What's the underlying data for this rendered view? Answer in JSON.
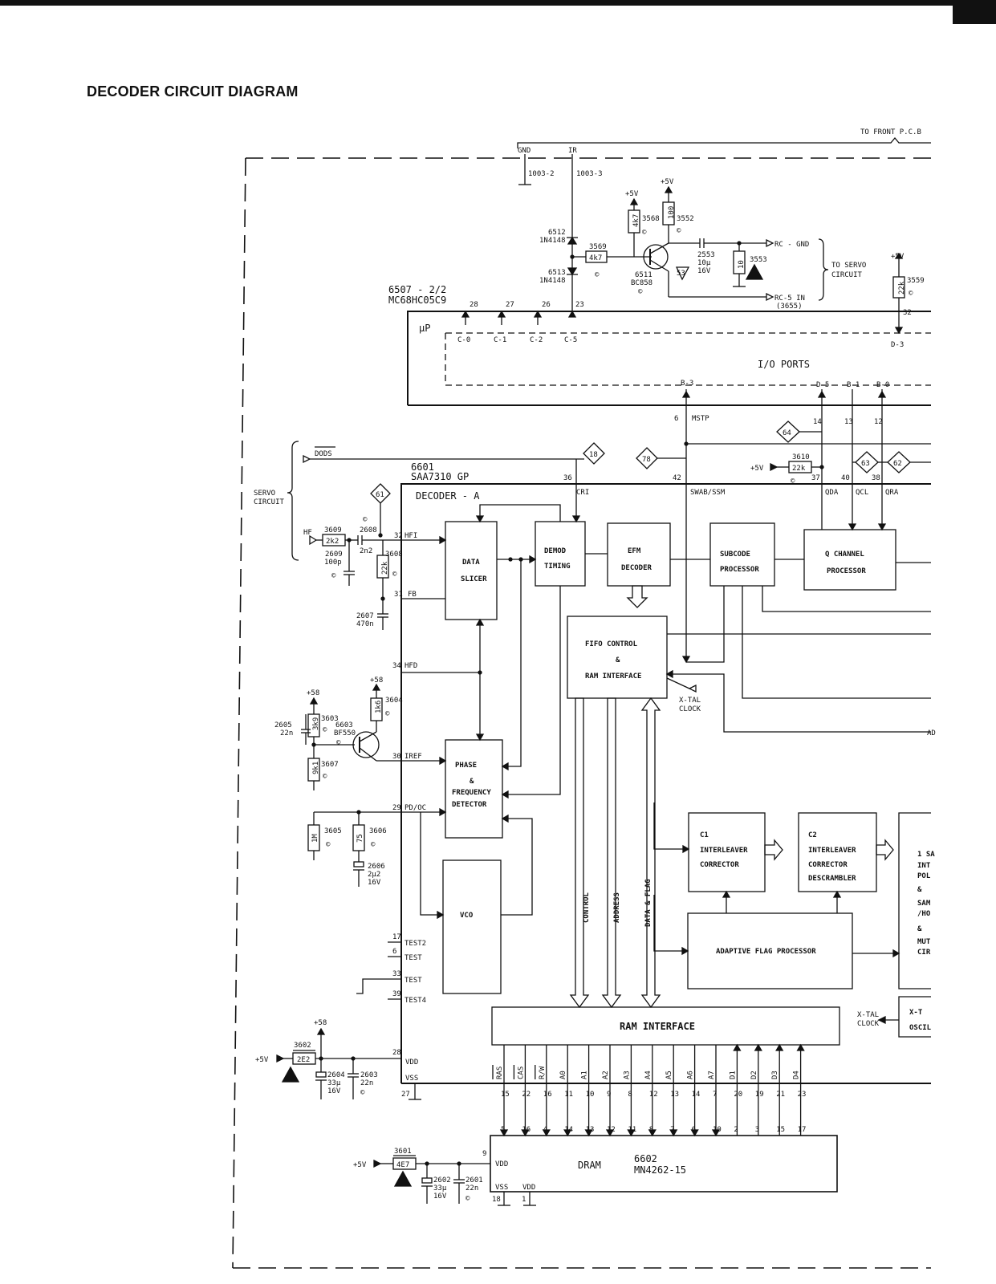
{
  "title": "DECODER CIRCUIT DIAGRAM",
  "connectors": {
    "to_front": "TO FRONT P.C.B",
    "gnd": "GND",
    "ir": "IR",
    "gnd_pin": "1003-2",
    "ir_pin": "1003-3",
    "rc_gnd": "RC - GND",
    "rc5_in": "RC-5 IN",
    "rc5_ref": "(3655)",
    "to_servo": "TO SERVO",
    "circuit": "CIRCUIT",
    "servo": "SERVO",
    "servo_circuit": "CIRCUIT",
    "xtal_clock_1": "X-TAL",
    "xtal_clock_2": "CLOCK",
    "dods": "DODS",
    "ad": "AD"
  },
  "ics": {
    "up_ref": "6507 - 2/2",
    "up_part": "MC68HC05C9",
    "up_label": "μP",
    "io_ports": "I/O PORTS",
    "dec_ref": "6601",
    "dec_part": "SAA7310 GP",
    "dec_label": "DECODER - A",
    "dram_ref": "6602",
    "dram_part": "MN4262-15",
    "dram_label": "DRAM"
  },
  "blocks": {
    "data_slicer": [
      "DATA",
      "SLICER"
    ],
    "demod": [
      "DEMOD",
      "TIMING"
    ],
    "efm": [
      "EFM",
      "DECODER"
    ],
    "subcode": [
      "SUBCODE",
      "PROCESSOR"
    ],
    "qchannel": [
      "Q CHANNEL",
      "PROCESSOR"
    ],
    "fifo": [
      "FIFO CONTROL",
      "&",
      "RAM INTERFACE"
    ],
    "phase": [
      "PHASE",
      "&",
      "FREQUENCY",
      "DETECTOR"
    ],
    "vco": "VCO",
    "c1": [
      "C1",
      "INTERLEAVER",
      "CORRECTOR"
    ],
    "c2": [
      "C2",
      "INTERLEAVER",
      "CORRECTOR",
      "DESCRAMBLER"
    ],
    "adaptive": "ADAPTIVE FLAG PROCESSOR",
    "ram_if": "RAM INTERFACE",
    "sample": [
      "1 SA",
      "INT",
      "POL",
      "&",
      "SAM",
      "/HO",
      "&",
      "MUT",
      "CIR"
    ],
    "xtal_osc": [
      "X-T",
      "OSCIL"
    ]
  },
  "bus_labels": {
    "control": "CONTROL",
    "address": "ADDRESS",
    "data_flag": "DATA & FLAG"
  },
  "ports": {
    "c0": "C-0",
    "c1": "C-1",
    "c2": "C-2",
    "c5": "C-5",
    "d3": "D-3",
    "b3": "B-3",
    "d5": "D-5",
    "b1": "B-1",
    "b0": "B-0",
    "mstp": "MSTP",
    "cri": "CRI",
    "swab": "SWAB/SSM",
    "qda": "QDA",
    "qcl": "QCL",
    "qra": "QRA",
    "hfi": "HFI",
    "fb": "FB",
    "hfd": "HFD",
    "iref": "IREF",
    "pdoc": "PD/OC",
    "test2": "TEST2",
    "test": "TEST",
    "test_b": "TEST",
    "test4": "TEST4",
    "vdd": "VDD",
    "vss": "VSS"
  },
  "pins": {
    "p28": "28",
    "p27": "27",
    "p26": "26",
    "p23": "23",
    "p32": "32",
    "p6": "6",
    "p14": "14",
    "p13": "13",
    "p12": "12",
    "p36": "36",
    "p42": "42",
    "p37": "37",
    "p40": "40",
    "p38": "38",
    "h32": "32",
    "h31": "31",
    "h34": "34",
    "h30": "30",
    "h29": "29",
    "h17": "17",
    "h6": "6",
    "h33": "33",
    "h39": "39",
    "h28": "28",
    "h27": "27",
    "dram_vdd_pin": "9",
    "dram_vss_pin": "18",
    "dram_g_pin": "1"
  },
  "markers": [
    "18",
    "78",
    "61",
    "64",
    "63",
    "62",
    "53"
  ],
  "components": {
    "r3609": {
      "ref": "3609",
      "val": "2k2"
    },
    "c2608": {
      "ref": "2608",
      "val": "2n2"
    },
    "c2609": {
      "ref": "2609",
      "val": "100p"
    },
    "r3608": {
      "ref": "3608",
      "val": "22k"
    },
    "c2607": {
      "ref": "2607",
      "val": "470n"
    },
    "r3603": {
      "ref": "3603",
      "val": "3k9"
    },
    "r3604": {
      "ref": "3604",
      "val": "1k6"
    },
    "r3607": {
      "ref": "3607",
      "val": "9k1"
    },
    "c2605": {
      "ref": "2605",
      "val": "22n"
    },
    "t6603": {
      "ref": "6603",
      "val": "BF550"
    },
    "r3605": {
      "ref": "3605",
      "val": "1M"
    },
    "r3606": {
      "ref": "3606",
      "val": "75"
    },
    "c2606": {
      "ref": "2606",
      "val": "2μ2",
      "v": "16V"
    },
    "r3602": {
      "ref": "3602",
      "val": "2E2"
    },
    "c2604": {
      "ref": "2604",
      "val": "33μ",
      "v": "16V"
    },
    "c2603": {
      "ref": "2603",
      "val": "22n"
    },
    "r3601": {
      "ref": "3601",
      "val": "4E7"
    },
    "c2602": {
      "ref": "2602",
      "val": "33μ",
      "v": "16V"
    },
    "c2601": {
      "ref": "2601",
      "val": "22n"
    },
    "r3610": {
      "ref": "3610",
      "val": "22k"
    },
    "r3559": {
      "ref": "3559",
      "val": "22k"
    },
    "r3568": {
      "ref": "3568",
      "val": "4k7"
    },
    "r3552": {
      "ref": "3552",
      "val": "100"
    },
    "r3569": {
      "ref": "3569",
      "val": "4k7"
    },
    "r3553": {
      "ref": "3553",
      "val": "10"
    },
    "c2553": {
      "ref": "2553",
      "val": "10μ",
      "v": "16V"
    },
    "t6511": {
      "ref": "6511",
      "val": "BC858"
    },
    "d6512": {
      "ref": "6512",
      "val": "1N4148"
    },
    "d6513": {
      "ref": "6513",
      "val": "1N4148"
    }
  },
  "supply": {
    "p5v": "+5V",
    "p58": "+58",
    "hf": "HF"
  },
  "dram_signals": [
    "RAS",
    "CAS",
    "R/W",
    "A0",
    "A1",
    "A2",
    "A3",
    "A4",
    "A5",
    "A6",
    "A7",
    "D1",
    "D2",
    "D3",
    "D4"
  ],
  "dec_pins": [
    "15",
    "22",
    "16",
    "11",
    "10",
    "9",
    "8",
    "12",
    "13",
    "14",
    "7",
    "20",
    "19",
    "21",
    "23"
  ],
  "dram_pins": [
    "5",
    "16",
    "4",
    "14",
    "13",
    "12",
    "11",
    "8",
    "7",
    "6",
    "10",
    "2",
    "3",
    "15",
    "17"
  ],
  "copyright_mark": "©"
}
